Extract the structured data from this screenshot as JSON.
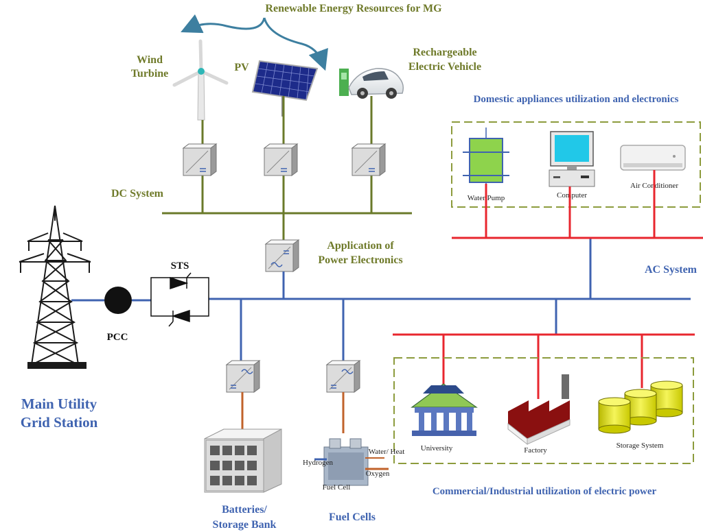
{
  "title": "Renewable Energy Resources for MG",
  "labels": {
    "wind_turbine_1": "Wind",
    "wind_turbine_2": "Turbine",
    "pv": "PV",
    "ev_1": "Rechargeable",
    "ev_2": "Electric Vehicle",
    "dc_system": "DC System",
    "app_pe_1": "Application of",
    "app_pe_2": "Power Electronics",
    "sts": "STS",
    "pcc": "PCC",
    "main_grid_1": "Main Utility",
    "main_grid_2": "Grid Station",
    "ac_system": "AC System",
    "domestic": "Domestic appliances utilization and electronics",
    "water_pump": "Water Pump",
    "computer": "Computer",
    "air_conditioner": "Air Conditioner",
    "commercial": "Commercial/Industrial utilization of electric power",
    "university": "University",
    "factory": "Factory",
    "storage_system": "Storage System",
    "batteries_1": "Batteries/",
    "batteries_2": "Storage Bank",
    "fuel_cells": "Fuel Cells",
    "fc_hydrogen": "Hydrogen",
    "fc_oxygen": "Oxygen",
    "fc_water": "Water/ Heat",
    "fc_fuel": "Fuel Cell"
  },
  "colors": {
    "dc_bus": "#6a7a2a",
    "ac_bus": "#3f63b0",
    "load_bus": "#e8262e",
    "battery_link": "#c0622a"
  }
}
